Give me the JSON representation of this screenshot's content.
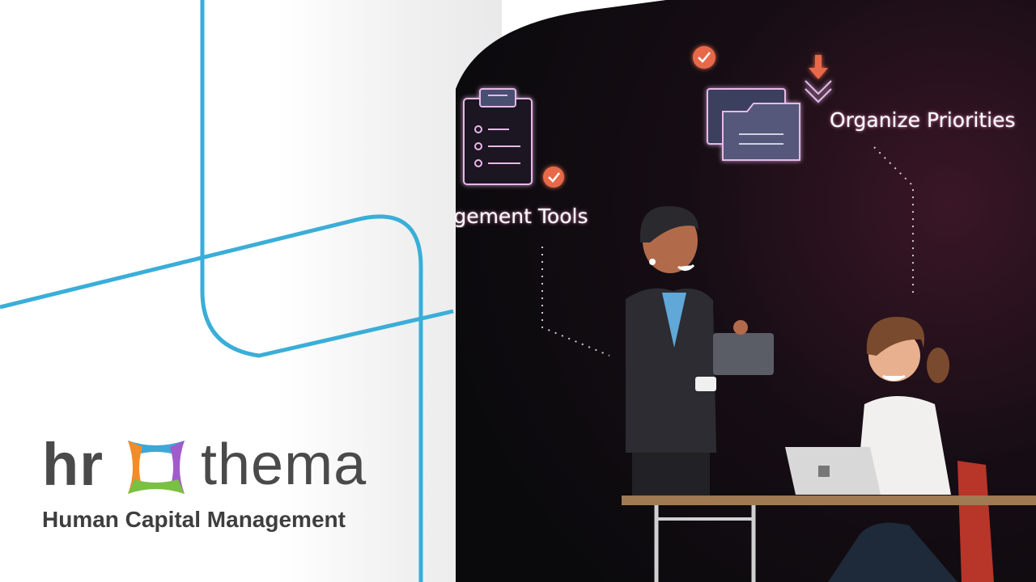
{
  "logo": {
    "brand_hr": "hr",
    "brand_thema": "thema",
    "tagline": "Human Capital Management",
    "mark_icon": "hr-thema-colored-square-mark"
  },
  "scene": {
    "label_tools": "agement Tools",
    "label_priorities": "Organize Priorities",
    "icons": [
      "clipboard-checklist-icon",
      "check-circle-icon",
      "folders-icon",
      "download-arrows-icon",
      "check-circle-icon"
    ]
  },
  "colors": {
    "accent_blue": "#3aaed8",
    "logo_gray": "#4a4a4a",
    "glow_pink": "#e8a0e0",
    "check_orange": "#e8694a",
    "dark_bg": "#0e0b10"
  }
}
